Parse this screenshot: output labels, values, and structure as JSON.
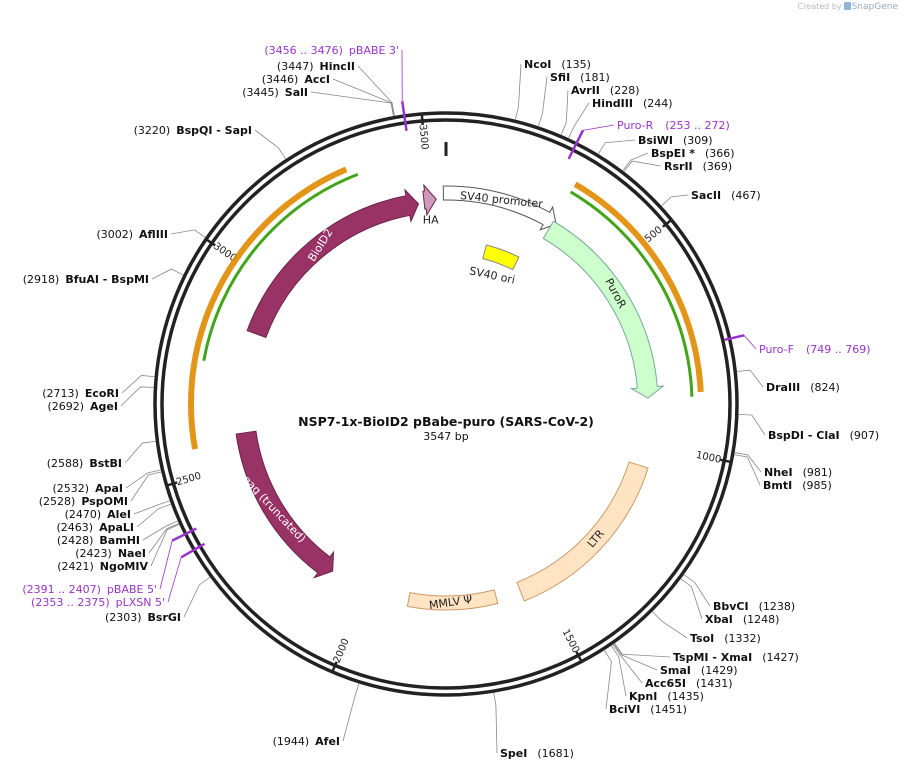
{
  "brand": {
    "created_by": "Created by",
    "app": "SnapGene"
  },
  "title": "NSP7-1x-BioID2 pBabe-puro (SARS-CoV-2)",
  "length": "3547 bp",
  "ticks": [
    "500",
    "1000",
    "1500",
    "2000",
    "2500",
    "3000",
    "3500"
  ],
  "features": [
    {
      "label": "SV40 promoter",
      "color": "#ffffff"
    },
    {
      "label": "SV40 ori",
      "color": "#ffff00"
    },
    {
      "label": "PuroR",
      "color": "#ccffcc"
    },
    {
      "label": "LTR",
      "color": "#ffe4c4"
    },
    {
      "label": "MMLV Ψ",
      "color": "#ffe4c4"
    },
    {
      "label": "gag (truncated)",
      "color": "#993366"
    },
    {
      "label": "BioID2",
      "color": "#993366"
    },
    {
      "label": "HA",
      "color": "#cc99bb"
    }
  ],
  "sites": [
    {
      "name": "NcoI",
      "pos": "(135)"
    },
    {
      "name": "SfiI",
      "pos": "(181)"
    },
    {
      "name": "AvrII",
      "pos": "(228)"
    },
    {
      "name": "HindIII",
      "pos": "(244)"
    },
    {
      "name": "BsiWI",
      "pos": "(309)"
    },
    {
      "name": "BspEI *",
      "pos": "(366)"
    },
    {
      "name": "RsrII",
      "pos": "(369)"
    },
    {
      "name": "SacII",
      "pos": "(467)"
    },
    {
      "name": "DraIII",
      "pos": "(824)"
    },
    {
      "name": "BspDI  - ClaI",
      "pos": "(907)"
    },
    {
      "name": "NheI",
      "pos": "(981)"
    },
    {
      "name": "BmtI",
      "pos": "(985)"
    },
    {
      "name": "BbvCI",
      "pos": "(1238)"
    },
    {
      "name": "XbaI",
      "pos": "(1248)"
    },
    {
      "name": "TsoI",
      "pos": "(1332)"
    },
    {
      "name": "TspMI  - XmaI",
      "pos": "(1427)"
    },
    {
      "name": "SmaI",
      "pos": "(1429)"
    },
    {
      "name": "Acc65I",
      "pos": "(1431)"
    },
    {
      "name": "KpnI",
      "pos": "(1435)"
    },
    {
      "name": "BciVI",
      "pos": "(1451)"
    },
    {
      "name": "SpeI",
      "pos": "(1681)"
    },
    {
      "name": "AfeI",
      "pos": "(1944)"
    },
    {
      "name": "BsrGI",
      "pos": "(2303)"
    },
    {
      "name": "NgoMIV",
      "pos": "(2421)"
    },
    {
      "name": "NaeI",
      "pos": "(2423)"
    },
    {
      "name": "BamHI",
      "pos": "(2428)"
    },
    {
      "name": "ApaLI",
      "pos": "(2463)"
    },
    {
      "name": "AleI",
      "pos": "(2470)"
    },
    {
      "name": "PspOMI",
      "pos": "(2528)"
    },
    {
      "name": "ApaI",
      "pos": "(2532)"
    },
    {
      "name": "BstBI",
      "pos": "(2588)"
    },
    {
      "name": "AgeI",
      "pos": "(2692)"
    },
    {
      "name": "EcoRI",
      "pos": "(2713)"
    },
    {
      "name": "BfuAI  - BspMI",
      "pos": "(2918)"
    },
    {
      "name": "AflIII",
      "pos": "(3002)"
    },
    {
      "name": "BspQI  - SapI",
      "pos": "(3220)"
    },
    {
      "name": "SalI",
      "pos": "(3445)"
    },
    {
      "name": "AccI",
      "pos": "(3446)"
    },
    {
      "name": "HincII",
      "pos": "(3447)"
    }
  ],
  "primers": [
    {
      "label": "Puro-R",
      "range": "(253 .. 272)"
    },
    {
      "label": "Puro-F",
      "range": "(749 .. 769)"
    },
    {
      "label": "pBABE 5'",
      "range": "(2391 .. 2407)"
    },
    {
      "label": "pLXSN 5'",
      "range": "(2353 .. 2375)"
    },
    {
      "label": "pBABE 3'",
      "range": "(3456 .. 3476)"
    }
  ],
  "colors": {
    "primer": "#9933cc",
    "backbone": "#222222",
    "orange_line": "#e08a00",
    "green_line": "#2e9a00",
    "leader": "#888888"
  }
}
